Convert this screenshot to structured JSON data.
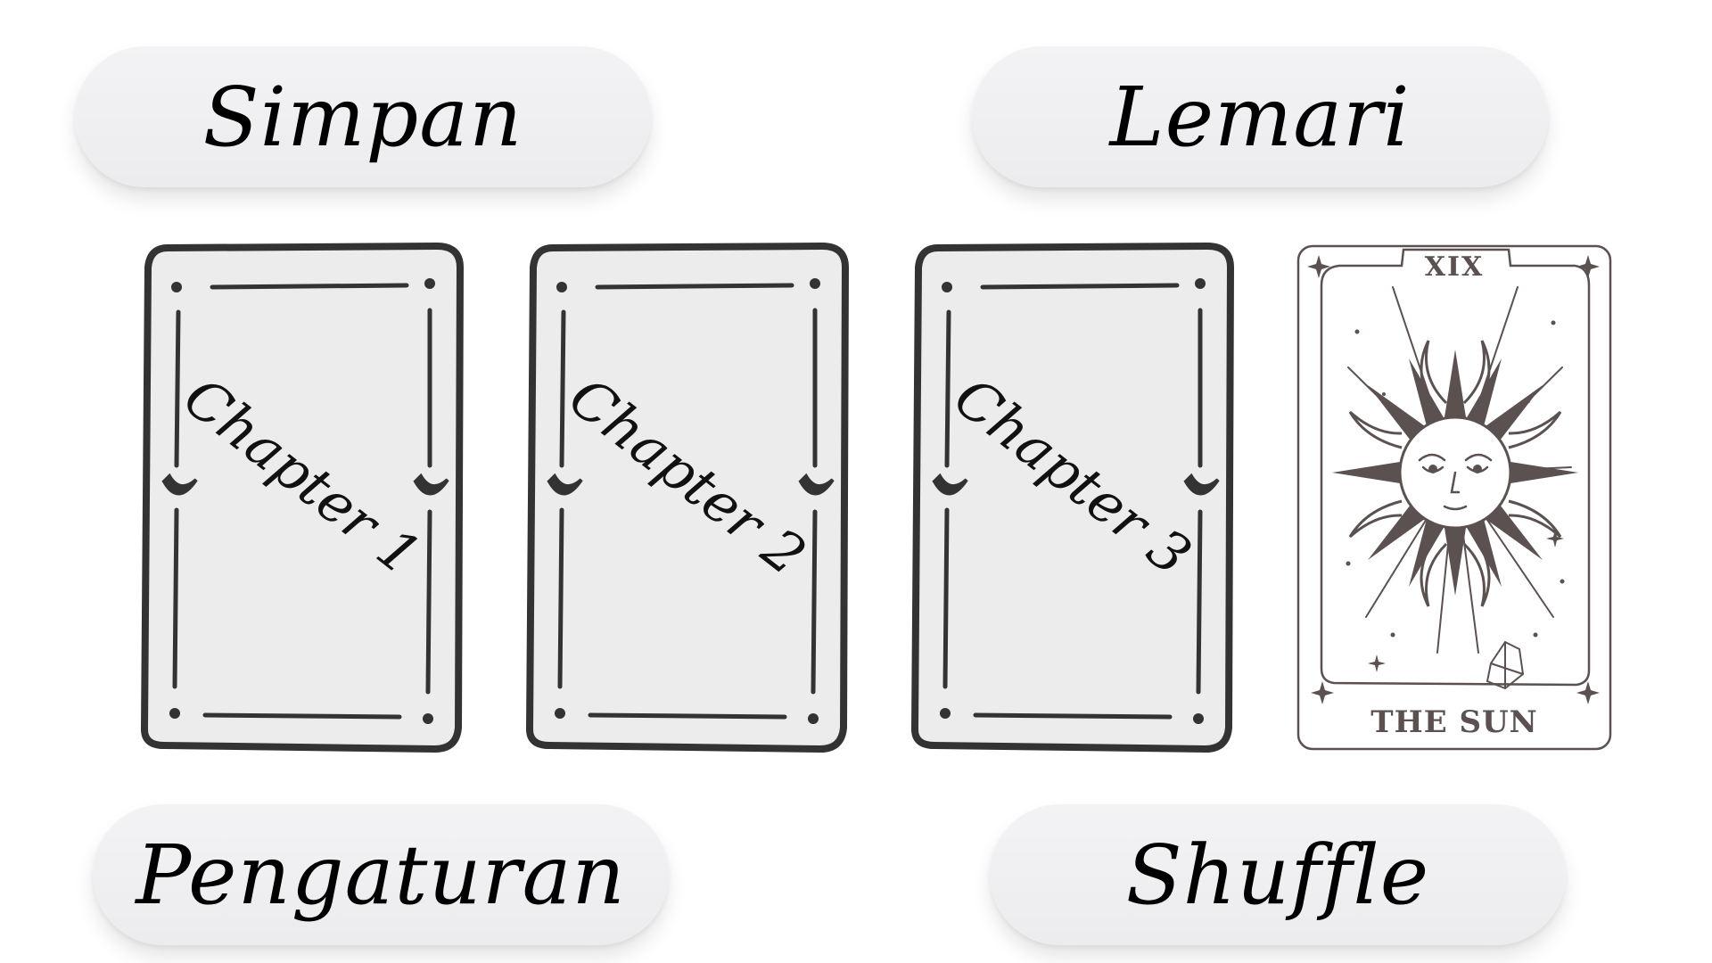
{
  "menu": {
    "save_label": "Simpan",
    "wardrobe_label": "Lemari",
    "settings_label": "Pengaturan",
    "shuffle_label": "Shuffle"
  },
  "cards": [
    {
      "label": "Chapter 1"
    },
    {
      "label": "Chapter 2"
    },
    {
      "label": "Chapter 3"
    }
  ],
  "tarot": {
    "numeral": "XIX",
    "title": "THE SUN"
  },
  "colors": {
    "card_frame": "#333333",
    "card_fill": "#ececec",
    "tarot_ink": "#5a5150",
    "button_fill": "#eeeef0"
  }
}
